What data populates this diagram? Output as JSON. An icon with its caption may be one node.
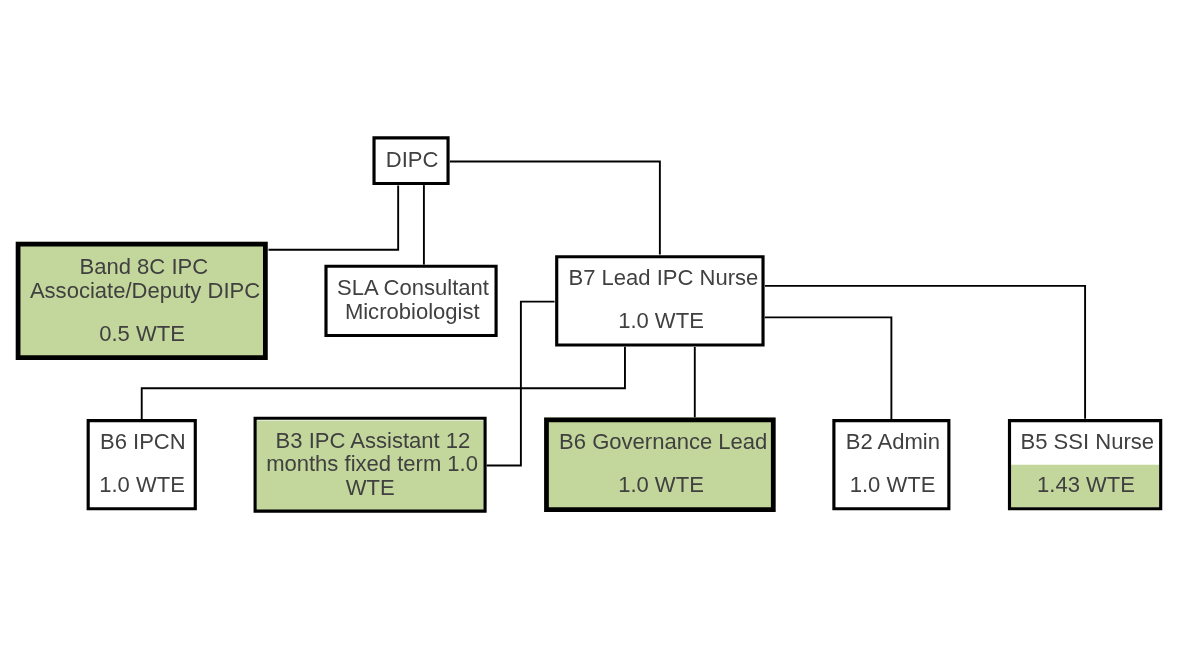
{
  "diagram": {
    "nodes": [
      {
        "text": [
          "DIPC"
        ]
      },
      {
        "text": [
          "Band 8C IPC Associate/Deputy DIPC",
          "0.5 WTE"
        ]
      },
      {
        "text": [
          "SLA Consultant Microbiologist"
        ]
      },
      {
        "text": [
          "B7 Lead IPC Nurse",
          "1.0 WTE"
        ]
      },
      {
        "text": [
          "B6 IPCN",
          "1.0 WTE"
        ]
      },
      {
        "text": [
          "B3 IPC Assistant 12 months fixed term 1.0 WTE"
        ]
      },
      {
        "text": [
          "B6 Governance Lead",
          "1.0 WTE"
        ]
      },
      {
        "text": [
          "B2 Admin",
          "1.0 WTE"
        ]
      },
      {
        "text": [
          "B5 SSI Nurse",
          "1.43 WTE"
        ]
      }
    ],
    "edges": [
      {
        "from": 0,
        "to": 1,
        "arrow": "none"
      },
      {
        "from": 0,
        "to": 2,
        "arrow": "none"
      },
      {
        "from": 0,
        "to": 3,
        "arrow": "none"
      },
      {
        "from": 3,
        "to": 4,
        "arrow": "none"
      },
      {
        "from": 3,
        "to": 5,
        "arrow": "none"
      },
      {
        "from": 3,
        "to": 6,
        "arrow": "none"
      },
      {
        "from": 3,
        "to": 7,
        "arrow": "none"
      },
      {
        "from": 3,
        "to": 8,
        "arrow": "none"
      }
    ]
  }
}
